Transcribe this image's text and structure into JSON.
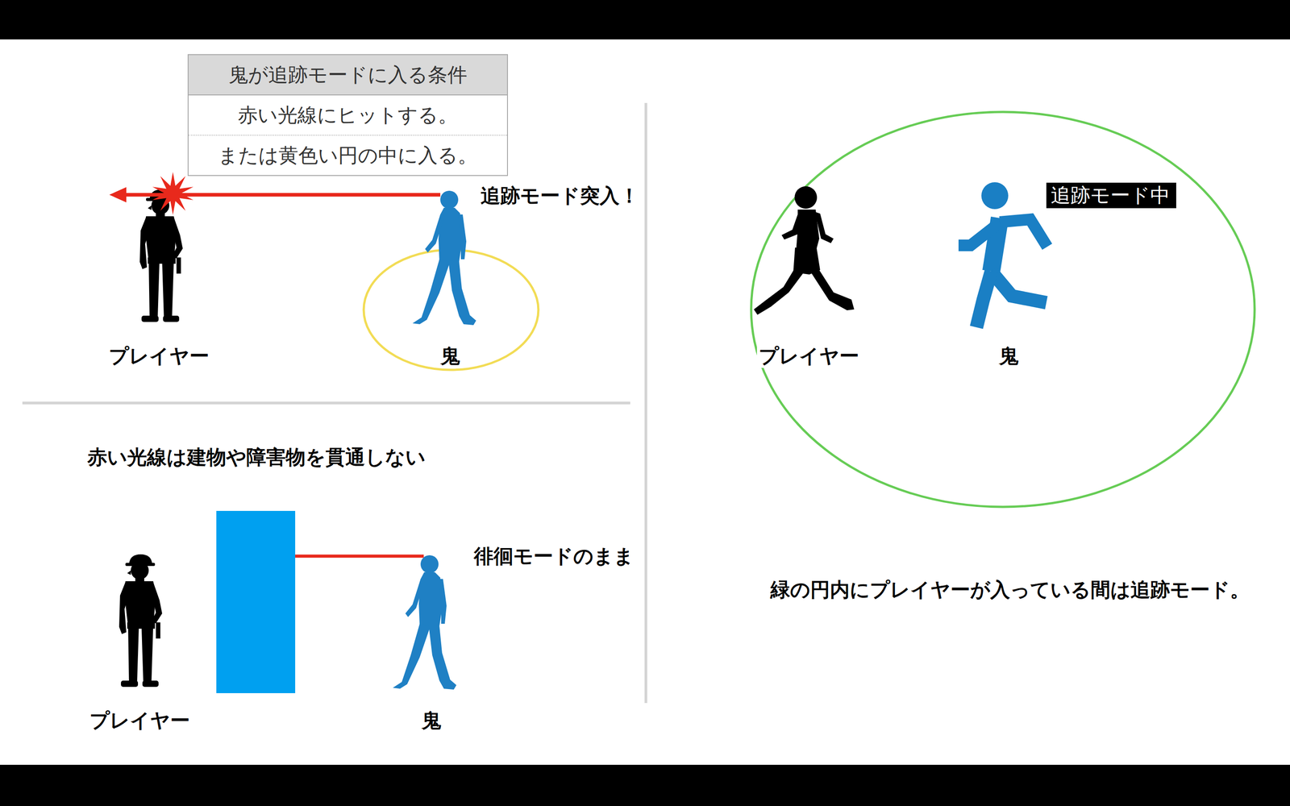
{
  "diagram": {
    "nodes": [
      {
        "text": [
          "鬼が追跡モードに入る条件",
          "赤い光線にヒットする。",
          "または黄色い円の中に入る。"
        ]
      },
      {
        "text": [
          "追跡モード中"
        ]
      }
    ],
    "labels": [
      "追跡モード突入！",
      "プレイヤー",
      "鬼",
      "赤い光線は建物や障害物を貫通しない",
      "徘徊モードのまま",
      "プレイヤー",
      "鬼",
      "プレイヤー",
      "鬼",
      "緑の円内にプレイヤーが入っている間は追跡モード。"
    ]
  }
}
